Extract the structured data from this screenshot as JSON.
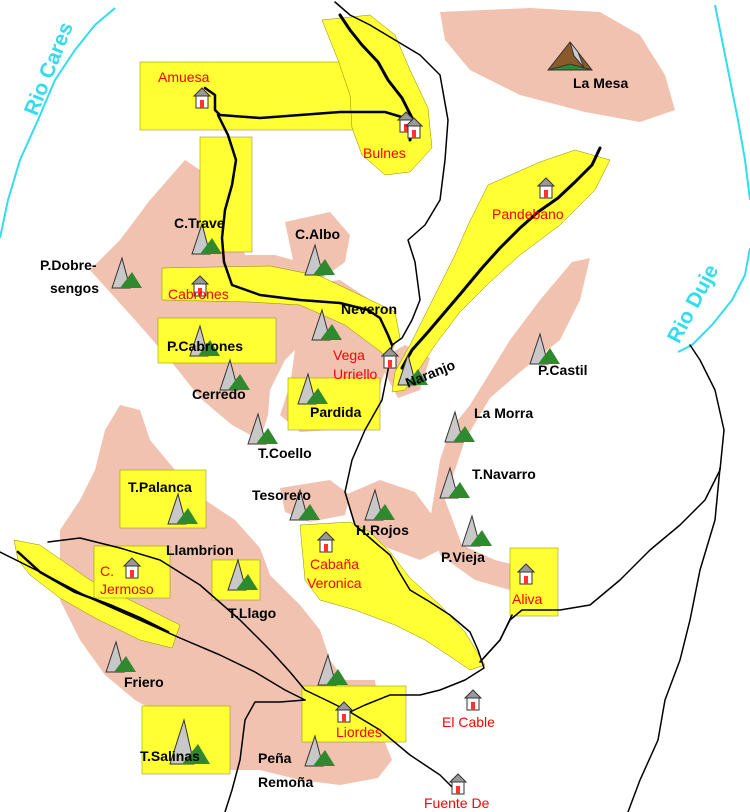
{
  "colors": {
    "terrain": "#f2c2b0",
    "zone": "#ffff33",
    "track": "#000000",
    "river": "#33ddee",
    "peak_label": "#000000",
    "place_label": "#ff0000"
  },
  "rivers": {
    "cares": "Rio Cares",
    "duje": "Rio Duje"
  },
  "peaks": {
    "la_mesa": "La Mesa",
    "c_trave": "C.Trave",
    "c_albo": "C.Albo",
    "p_dobresengos_1": "P.Dobre-",
    "p_dobresengos_2": "sengos",
    "neveron": "Neveron",
    "p_cabrones": "P.Cabrones",
    "naranjo": "Naranjo",
    "p_castil": "P.Castil",
    "cerredo": "Cerredo",
    "pardida": "Pardida",
    "la_morra": "La Morra",
    "t_coello": "T.Coello",
    "t_navarro": "T.Navarro",
    "t_palanca": "T.Palanca",
    "tesorero": "Tesorero",
    "h_rojos": "H.Rojos",
    "llambrion": "Llambrion",
    "p_vieja": "P.Vieja",
    "t_llago": "T.Llago",
    "friero": "Friero",
    "t_salinas": "T.Salinas",
    "pena_remona_1": "Peña",
    "pena_remona_2": "Remoña"
  },
  "places": {
    "amuesa": "Amuesa",
    "bulnes": "Bulnes",
    "pandebano": "Pandebano",
    "cabrones": "Cabrones",
    "vega_urriello_1": "Vega",
    "vega_urriello_2": "Urriello",
    "jermoso_1": "C.",
    "jermoso_2": "Jermoso",
    "cabana_veronica_1": "Cabaña",
    "cabana_veronica_2": "Veronica",
    "aliva": "Aliva",
    "el_cable": "El Cable",
    "liordes": "Liordes",
    "fuente_de": "Fuente De"
  }
}
